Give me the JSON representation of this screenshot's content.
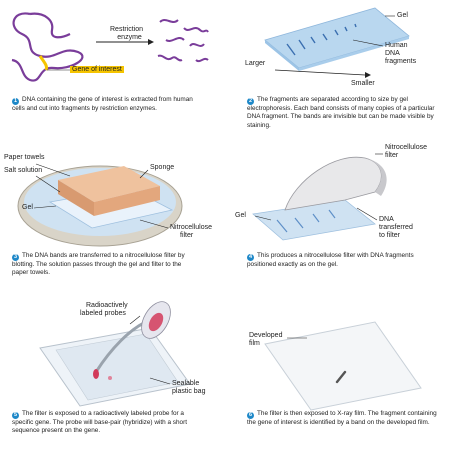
{
  "panel1": {
    "enzyme_label": [
      "Restriction",
      "enzyme"
    ],
    "gene_label": "Gene of interest",
    "step": "1",
    "caption": "DNA containing the gene of interest is extracted from human cells and cut into fragments by restriction enzymes."
  },
  "panel2": {
    "gel_label": "Gel",
    "human_dna_label": [
      "Human",
      "DNA",
      "fragments"
    ],
    "larger_label": "Larger",
    "smaller_label": "Smaller",
    "step": "2",
    "caption": "The fragments are separated according to size by gel electrophoresis. Each band consists of many copies of a particular DNA fragment. The bands are invisible but can be made visible by staining."
  },
  "panel3": {
    "paper_towels_label": "Paper towels",
    "salt_solution_label": "Salt solution",
    "sponge_label": "Sponge",
    "gel_label": "Gel",
    "filter_label": [
      "Nitrocellulose",
      "filter"
    ],
    "step": "3",
    "caption": "The DNA bands are transferred to a nitrocellulose filter by blotting. The solution passes through the gel and filter to the paper towels."
  },
  "panel4": {
    "filter_label": [
      "Nitrocellulose",
      "filter"
    ],
    "gel_label": "Gel",
    "dna_label": [
      "DNA",
      "transferred",
      "to filter"
    ],
    "step": "4",
    "caption": "This produces a nitrocellulose filter with DNA fragments positioned exactly as on the gel."
  },
  "panel5": {
    "probes_label": [
      "Radioactively",
      "labeled probes"
    ],
    "bag_label": [
      "Sealable",
      "plastic bag"
    ],
    "step": "5",
    "caption": "The filter is exposed to a radioactively labeled probe for a specific gene. The probe will base-pair (hybridize) with a short sequence present on the gene."
  },
  "panel6": {
    "film_label": [
      "Developed",
      "film"
    ],
    "step": "6",
    "caption": "The filter is then exposed to X-ray film. The fragment containing the gene of interest is identified by a band on the developed film."
  },
  "colors": {
    "step_circle": "#1e88c8",
    "dna_purple": "#7a3d9a",
    "highlight": "#f5c400",
    "gel_blue": "#b9d7ef",
    "sponge": "#e9b48f",
    "probe_red": "#d23a5a"
  }
}
